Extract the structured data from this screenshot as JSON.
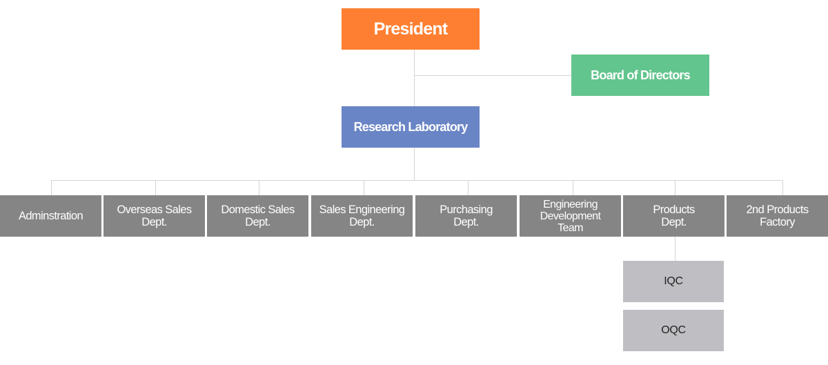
{
  "colors": {
    "president": "#ff7f32",
    "board": "#63c58e",
    "laboratory": "#6a85c6",
    "department": "#858585",
    "qc": "#bfbfc3",
    "connector": "#d4d4d4"
  },
  "chart": {
    "president": "President",
    "board": "Board of Directors",
    "laboratory": "Research Laboratory",
    "departments": [
      "Adminstration",
      "Overseas Sales\nDept.",
      "Domestic Sales\nDept.",
      "Sales Engineering\nDept.",
      "Purchasing\nDept.",
      "Engineering\nDevelopment\nTeam",
      "Products\nDept.",
      "2nd Products\nFactory"
    ],
    "products_sub": [
      "IQC",
      "OQC"
    ]
  }
}
